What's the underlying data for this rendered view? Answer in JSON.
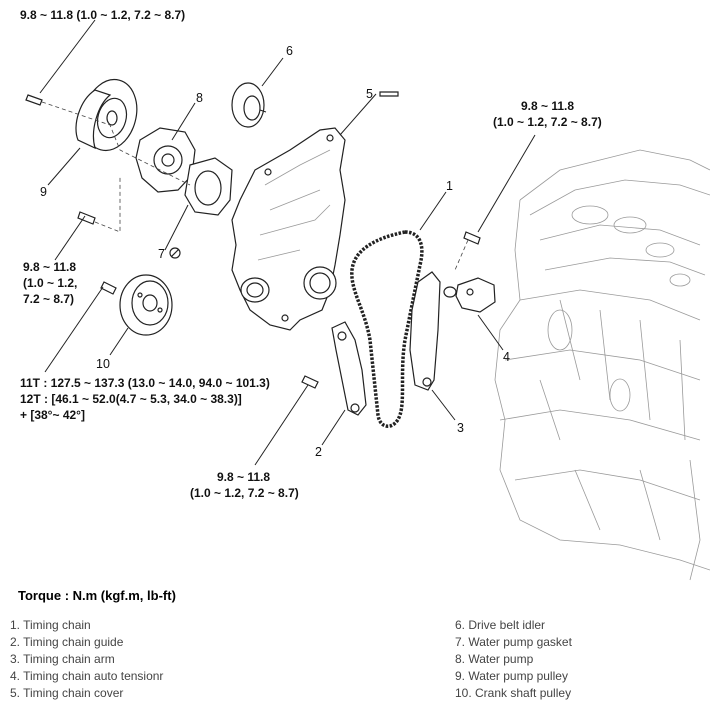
{
  "torque_labels": {
    "top_left": "9.8 ~ 11.8 (1.0 ~ 1.2, 7.2 ~ 8.7)",
    "top_right_line1": "9.8 ~ 11.8",
    "top_right_line2": "(1.0 ~ 1.2, 7.2 ~ 8.7)",
    "mid_left_line1": "9.8 ~ 11.8",
    "mid_left_line2": "(1.0 ~ 1.2,",
    "mid_left_line3": "7.2 ~ 8.7)",
    "crank_line1": "11T : 127.5 ~ 137.3 (13.0 ~ 14.0, 94.0 ~ 101.3)",
    "crank_line2": "12T : [46.1 ~ 52.0(4.7 ~ 5.3, 34.0 ~ 38.3)]",
    "crank_line3": "+ [38°~ 42°]",
    "bottom_line1": "9.8 ~ 11.8",
    "bottom_line2": "(1.0 ~ 1.2, 7.2 ~ 8.7)"
  },
  "callouts": {
    "c1": "1",
    "c2": "2",
    "c3": "3",
    "c4": "4",
    "c5": "5",
    "c6": "6",
    "c7": "7",
    "c8": "8",
    "c9": "9",
    "c10": "10"
  },
  "torque_heading": "Torque : N.m (kgf.m, lb-ft)",
  "legend_left": [
    "1. Timing chain",
    "2. Timing chain guide",
    "3. Timing chain arm",
    "4. Timing chain auto tensionr",
    "5. Timing chain cover"
  ],
  "legend_right": [
    "6. Drive belt idler",
    "7. Water pump gasket",
    "8. Water pump",
    "9. Water pump pulley",
    "10. Crank shaft pulley"
  ]
}
